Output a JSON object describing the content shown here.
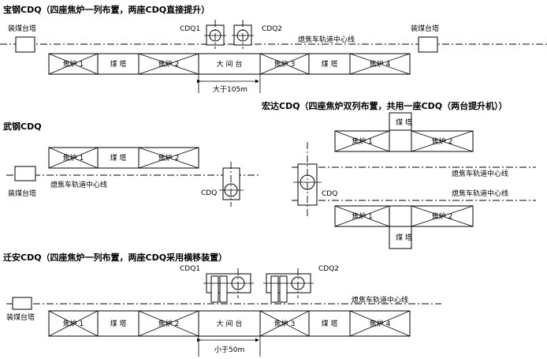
{
  "sections": {
    "s1": {
      "title": "宝钢CDQ（四座焦炉一列布置，两座CDQ直接提升）",
      "loading_left": "装煤台塔",
      "loading_right": "装煤台塔",
      "cdq1": "CDQ1",
      "cdq2": "CDQ2",
      "centerline": "熄焦车轨道中心线",
      "units": [
        "焦炉 1",
        "煤 塔",
        "焦炉 2",
        "大 间 台",
        "焦炉 3",
        "煤 塔",
        "焦炉 4"
      ],
      "dimension": "大于105m"
    },
    "s2": {
      "title": "武钢CDQ",
      "loading": "装煤台塔",
      "centerline": "熄焦车轨道中心线",
      "cdq": "CDQ",
      "units": [
        "焦炉 1",
        "煤 塔",
        "焦炉 2"
      ]
    },
    "s3": {
      "title": "宏达CDQ（四座焦炉双列布置，共用一座CDQ（两台提升机））",
      "top_tower": "煤 塔",
      "bottom_tower": "煤 塔",
      "top_units": [
        "焦炉 1",
        "焦炉 2"
      ],
      "bottom_units": [
        "焦炉 1",
        "焦炉 2"
      ],
      "centerline_1": "熄焦车轨道中心线",
      "centerline_2": "熄焦车轨道中心线",
      "cdq": "CDQ"
    },
    "s4": {
      "title": "迁安CDQ（四座焦炉一列布置，两座CDQ采用横移装置）",
      "loading": "装煤台塔",
      "cdq1": "CDQ1",
      "cdq2": "CDQ2",
      "centerline": "熄焦车轨道中心线",
      "units": [
        "焦炉 1",
        "煤 塔",
        "焦炉 2",
        "大 间 台",
        "焦炉 3",
        "煤 塔",
        "焦炉 4"
      ],
      "dimension": "小于50m"
    }
  }
}
